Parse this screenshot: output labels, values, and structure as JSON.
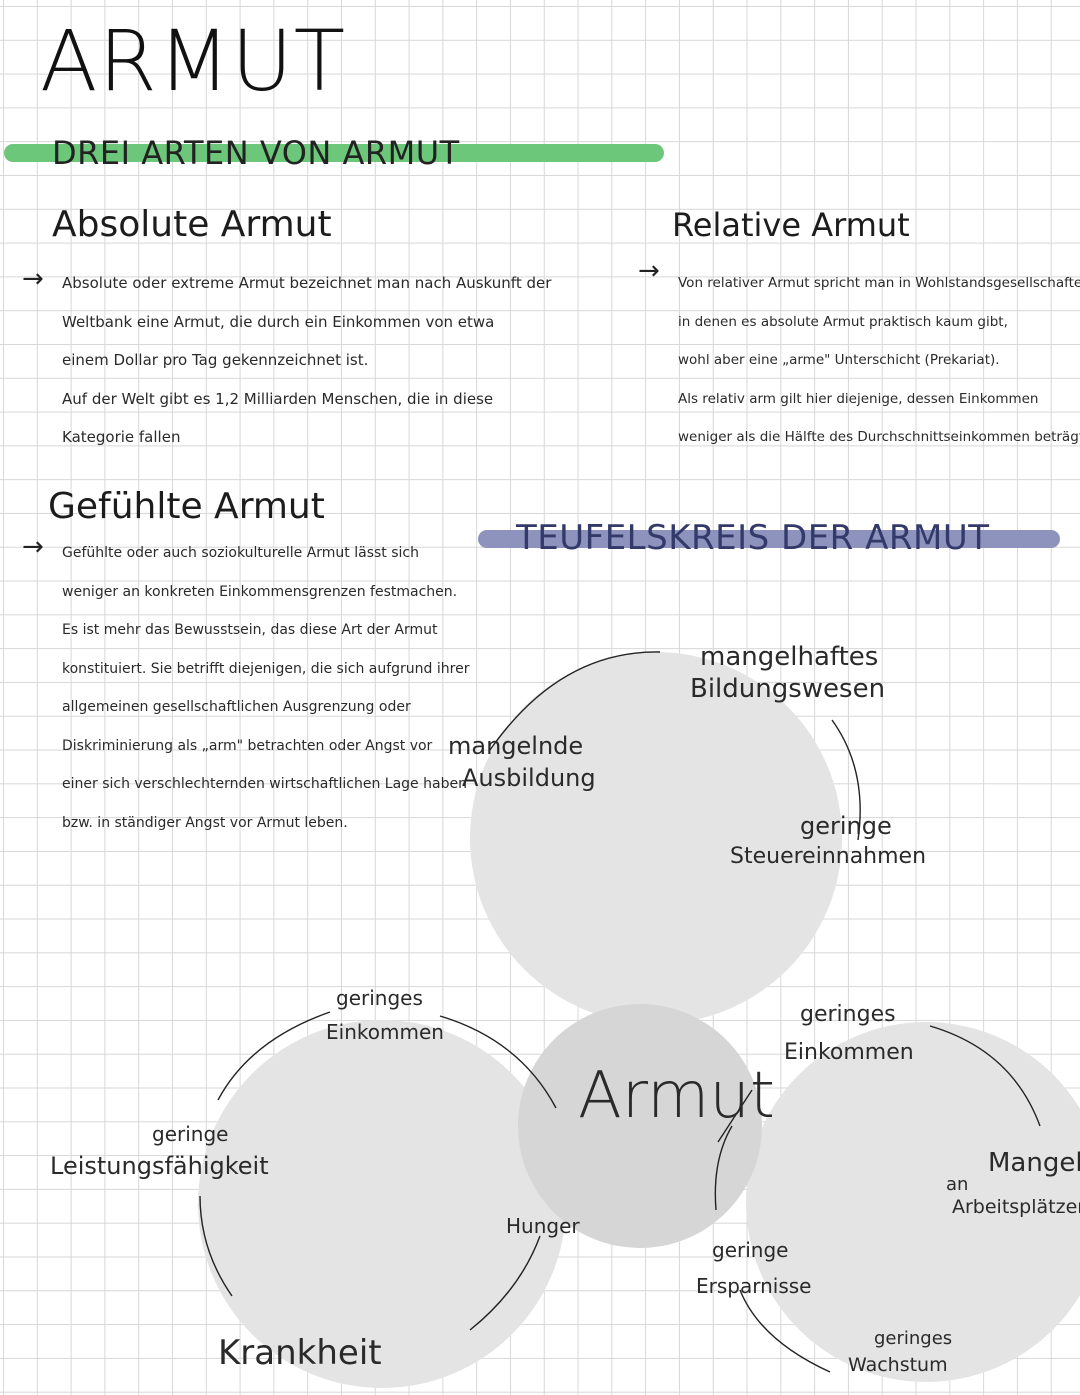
{
  "title": "ARMUT",
  "section_header": "DREI ARTEN VON ARMUT",
  "absolute": {
    "heading": "Absolute Armut",
    "lines": [
      "Absolute oder extreme Armut bezeichnet man nach Auskunft der",
      "Weltbank eine Armut, die durch ein Einkommen von etwa",
      "einem Dollar pro Tag gekennzeichnet ist.",
      "Auf der Welt gibt es 1,2 Milliarden Menschen, die in diese",
      "Kategorie fallen"
    ]
  },
  "relative": {
    "heading": "Relative Armut",
    "lines": [
      "Von relativer Armut spricht man in Wohlstandsgesellschaften,",
      "in denen es absolute Armut praktisch kaum gibt,",
      "wohl aber eine „arme\" Unterschicht (Prekariat).",
      "Als relativ arm gilt hier diejenige, dessen Einkommen",
      "weniger als die Hälfte des Durchschnittseinkommen beträgt"
    ]
  },
  "gefuehlte": {
    "heading": "Gefühlte Armut",
    "lines": [
      "Gefühlte oder auch soziokulturelle Armut lässt sich",
      "weniger an konkreten Einkommensgrenzen festmachen.",
      "Es ist mehr das Bewusstsein, das diese Art der Armut",
      "konstituiert. Sie betrifft diejenigen, die sich aufgrund ihrer",
      "allgemeinen gesellschaftlichen Ausgrenzung oder",
      "Diskriminierung als „arm\" betrachten oder Angst vor",
      "einer sich verschlechternden wirtschaftlichen Lage haben",
      "bzw. in ständiger Angst vor Armut leben."
    ]
  },
  "teufelskreis": {
    "header": "TEUFELSKREIS DER ARMUT",
    "center": "Armut",
    "top_circle": {
      "mangelhaftes": "mangelhaftes",
      "bildungswesen": "Bildungswesen",
      "mangelnde": "mangelnde",
      "ausbildung": "Ausbildung",
      "geringe": "geringe",
      "steuereinnahmen": "Steuereinnahmen"
    },
    "left_circle": {
      "geringes": "geringes",
      "einkommen": "Einkommen",
      "geringe": "geringe",
      "leistungsfaehigkeit": "Leistungsfähigkeit",
      "krankheit": "Krankheit",
      "hunger": "Hunger"
    },
    "right_circle": {
      "geringes": "geringes",
      "einkommen": "Einkommen",
      "an": "an",
      "mangel": "Mangel",
      "arbeitsplaetzen": "Arbeitsplätzen",
      "geringe": "geringe",
      "ersparnisse": "Ersparnisse",
      "geringes2": "geringes",
      "wachstum": "Wachstum"
    }
  },
  "colors": {
    "green_highlight": "#6dc77a",
    "purple_highlight": "#8e93bd",
    "circle_fill": "#e4e4e4",
    "center_fill": "#d6d6d6"
  }
}
